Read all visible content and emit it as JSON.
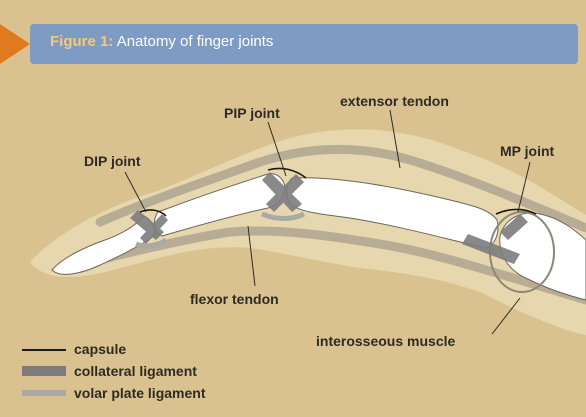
{
  "header": {
    "figure_label": "Figure 1:",
    "title": "Anatomy of finger joints"
  },
  "labels": {
    "pip_joint": "PIP joint",
    "extensor_tendon": "extensor tendon",
    "dip_joint": "DIP joint",
    "mp_joint": "MP joint",
    "flexor_tendon": "flexor tendon",
    "interosseous_muscle": "interosseous muscle"
  },
  "legend": {
    "capsule": "capsule",
    "collateral_ligament": "collateral ligament",
    "volar_plate_ligament": "volar plate ligament"
  },
  "colors": {
    "background": "#d9c28f",
    "finger_skin": "#e8d9b3",
    "bone": "#ffffff",
    "tendon": "#b8ad94",
    "collateral_ligament": "#7c7c7c",
    "volar_plate_ligament": "#a9a9a5",
    "capsule": "#1e1a14",
    "header_bar": "#7e9bc4",
    "header_arrow": "#e07a1d"
  }
}
